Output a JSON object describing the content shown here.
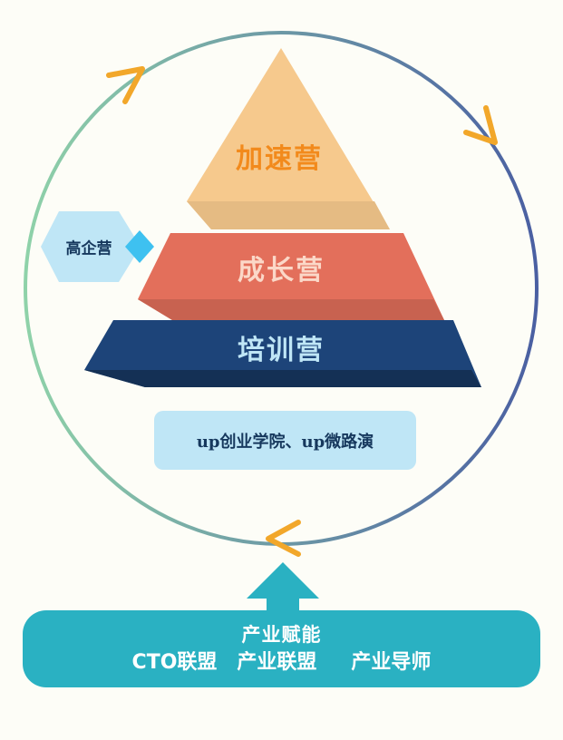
{
  "colors": {
    "background": "#fdfdf7",
    "accelerator_fill": "#f6c98d",
    "accelerator_text": "#f28a1c",
    "growth_fill": "#e36f5b",
    "growth_text": "#fbd8c8",
    "training_fill": "#1d4479",
    "training_text": "#bfe6f6",
    "side_tag_fill": "#bfe6f6",
    "side_tag_text": "#16385d",
    "side_tag_diamond": "#3ec1f0",
    "foundation_fill": "#bfe6f6",
    "foundation_text": "#16385d",
    "base_fill": "#2ab1c2",
    "base_text": "#ffffff",
    "cycle_ring_start": "#8fd2a9",
    "cycle_ring_end": "#4a5fa2",
    "cycle_arrow": "#f2a72a"
  },
  "pyramid": {
    "tiers": [
      {
        "label": "加速营"
      },
      {
        "label": "成长营"
      },
      {
        "label": "培训营"
      }
    ]
  },
  "side_tag": {
    "label": "高企营",
    "icon": "diamond-icon"
  },
  "foundation": {
    "label": "up创业学院、up微路演"
  },
  "base": {
    "title": "产业赋能",
    "items": [
      "CTO联盟",
      "产业联盟",
      "产业导师"
    ],
    "arrow_icon": "up-arrow-icon"
  },
  "cycle": {
    "arrow_icon": "chevron-arrow-icon"
  }
}
